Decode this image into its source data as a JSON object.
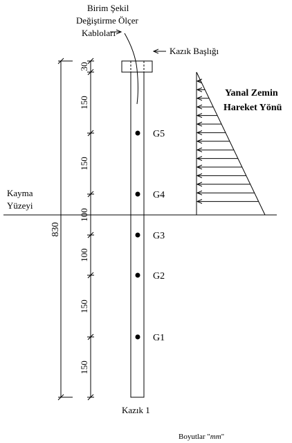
{
  "title_lines": [
    "Birim Şekil",
    "Değiştirme Ölçer",
    "Kabloları"
  ],
  "pile_cap_label": "Kazık Başlığı",
  "soil_movement_lines": [
    "Yanal Zemin",
    "Hareket Yönü"
  ],
  "slip_surface_lines": [
    "Kayma",
    "Yüzeyi"
  ],
  "pile_label": "Kazık 1",
  "units_prefix": "Boyutlar \"",
  "units_italic": "mm",
  "units_suffix": "\"",
  "total_length": "830",
  "segments": [
    "30",
    "150",
    "150",
    "100",
    "100",
    "150",
    "150"
  ],
  "gauges": [
    "G5",
    "G4",
    "G3",
    "G2",
    "G1"
  ]
}
